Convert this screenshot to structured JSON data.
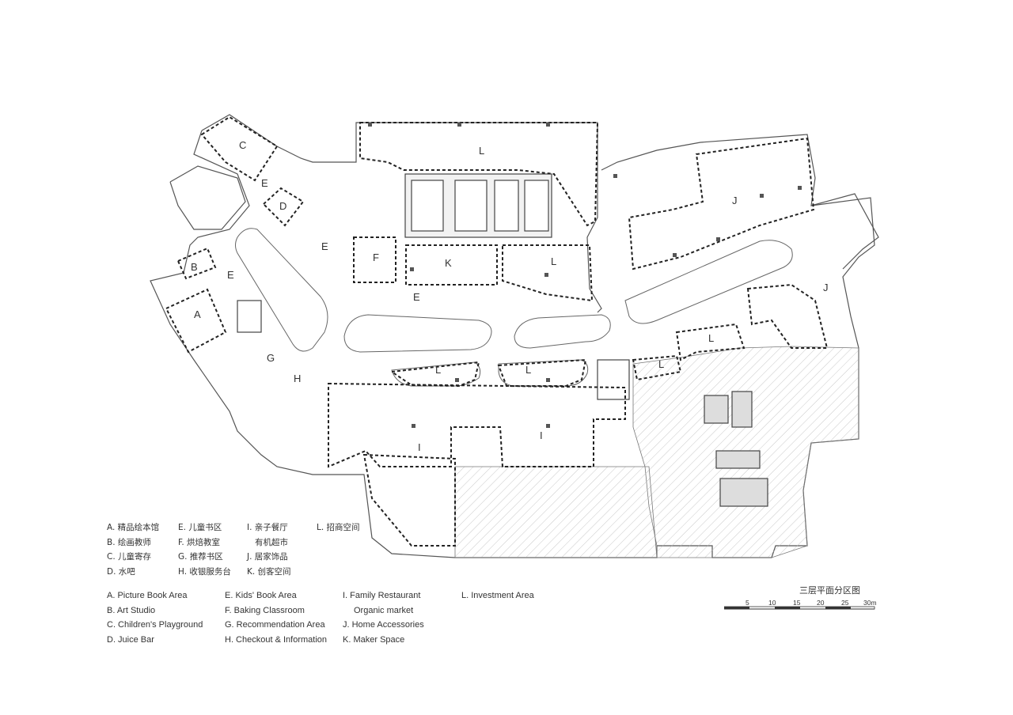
{
  "zones": {
    "A": "A",
    "B": "B",
    "C": "C",
    "D": "D",
    "E": "E",
    "F": "F",
    "G": "G",
    "H": "H",
    "I": "I",
    "J": "J",
    "K": "K",
    "L": "L"
  },
  "legend_cn": [
    [
      "A. 精品绘本馆",
      "B. 绘画教师",
      "C. 儿童寄存",
      "D. 水吧"
    ],
    [
      "E. 儿童书区",
      "F. 烘焙教室",
      "G. 推荐书区",
      "H. 收银服务台"
    ],
    [
      "I. 亲子餐厅",
      "有机超市",
      "J. 居家饰品",
      "K. 创客空间"
    ],
    [
      "L. 招商空间"
    ]
  ],
  "legend_en": [
    [
      "A. Picture Book Area",
      "B. Art Studio",
      "C. Children's Playground",
      "D. Juice Bar"
    ],
    [
      "E. Kids' Book Area",
      "F. Baking Classroom",
      "G. Recommendation Area",
      "H. Checkout & Information"
    ],
    [
      "I. Family Restaurant",
      "Organic market",
      "J. Home Accessories",
      "K. Maker Space"
    ],
    [
      "L. Investment Area"
    ]
  ],
  "scale": {
    "title": "三层平面分区图",
    "ticks": [
      "5",
      "10",
      "15",
      "20",
      "25",
      "30m"
    ]
  }
}
